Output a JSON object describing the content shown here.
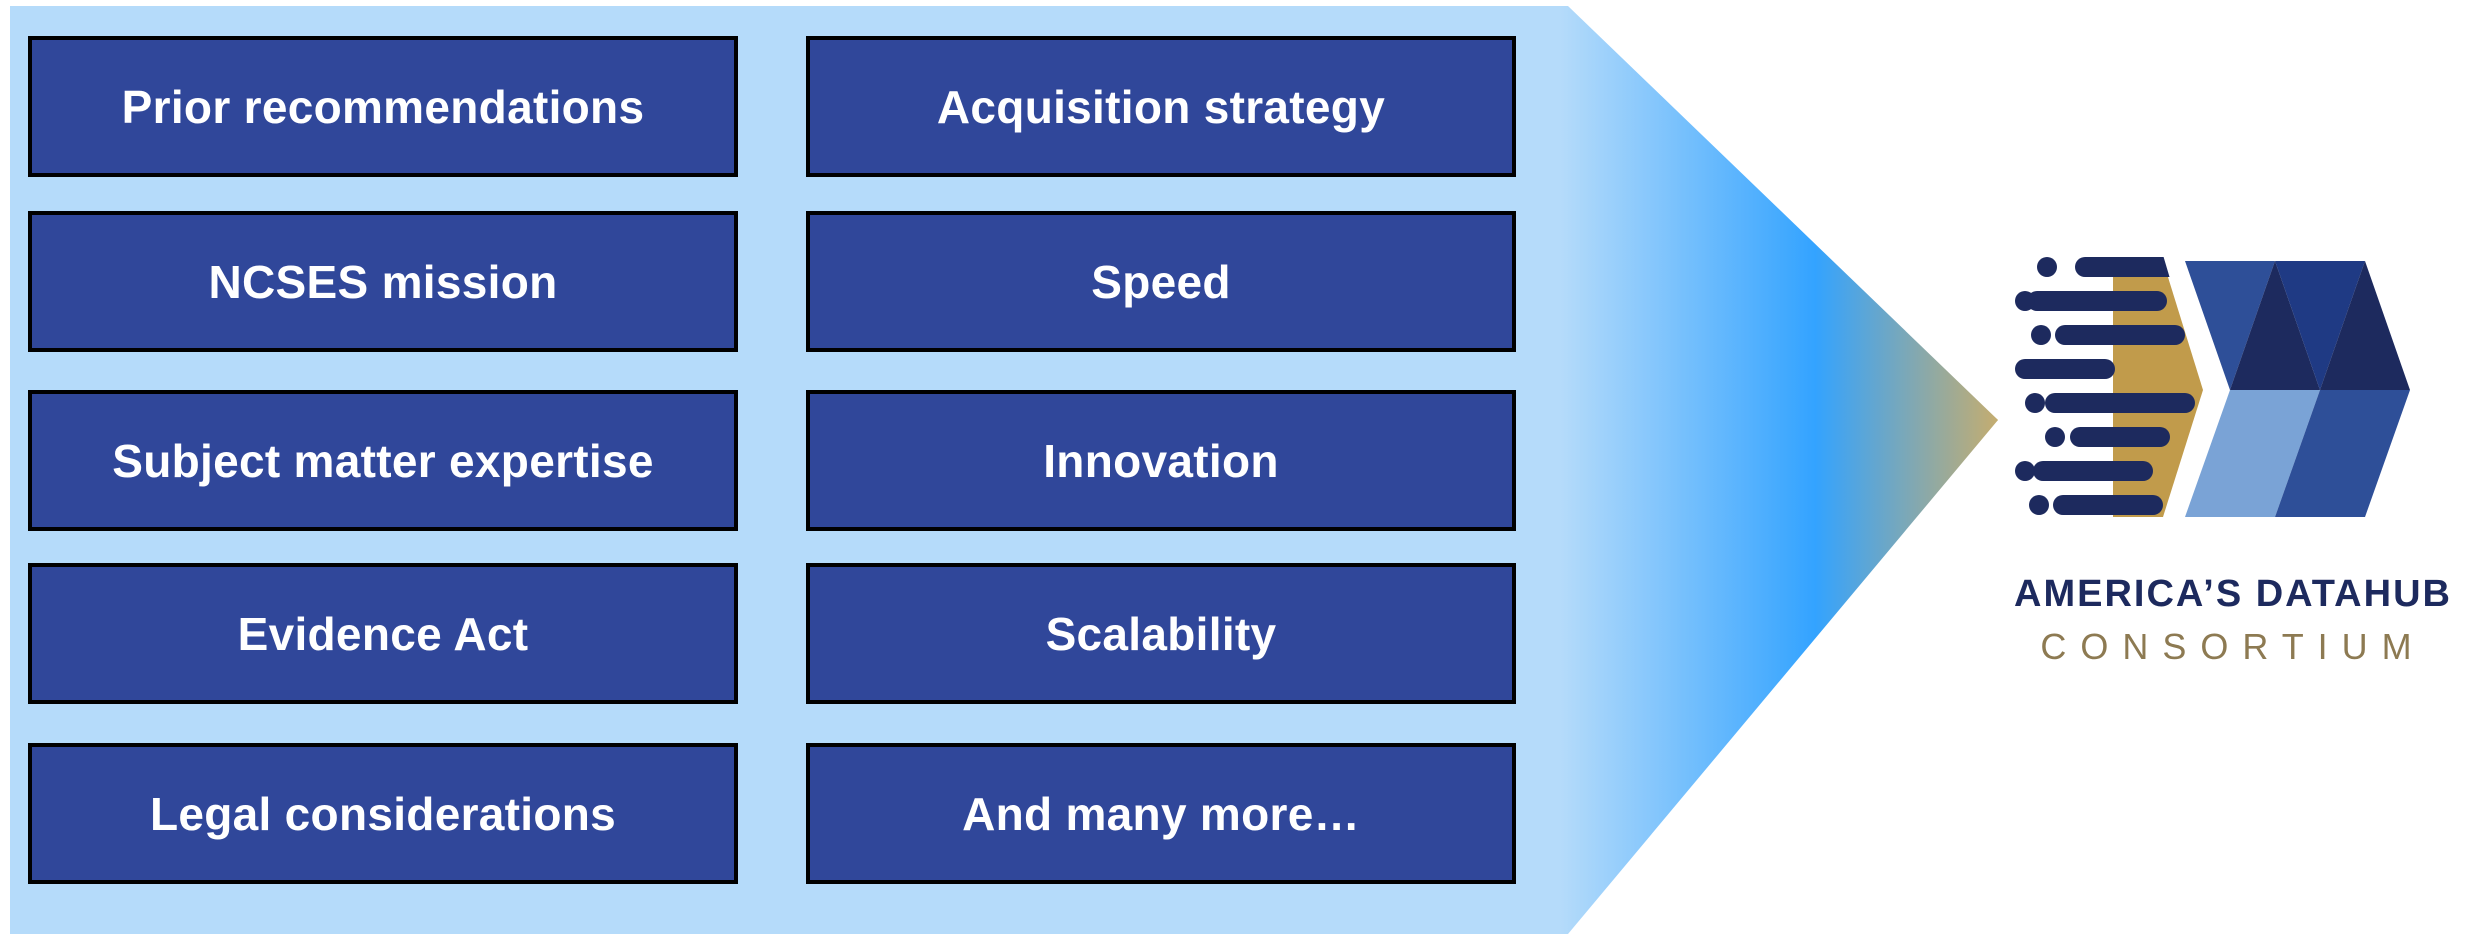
{
  "factors": {
    "left": [
      "Prior recommendations",
      "NCSES mission",
      "Subject matter expertise",
      "Evidence Act",
      "Legal considerations"
    ],
    "right": [
      "Acquisition strategy",
      "Speed",
      "Innovation",
      "Scalability",
      "And many more…"
    ]
  },
  "logo": {
    "title": "AMERICA’S DATAHUB",
    "subtitle": "CONSORTIUM"
  },
  "colors": {
    "panel_light": "#b5dbfa",
    "panel_bright": "#33a3ff",
    "box_fill": "#30479a",
    "box_border": "#000000",
    "box_text": "#ffffff",
    "arrow_tip": "#c6ad6e",
    "logo_navy": "#1d2a5e",
    "logo_gold": "#c19b4b",
    "logo_blue_dark": "#1f3a84",
    "logo_blue_mid": "#2e4f98",
    "logo_blue_light": "#7aa3d6",
    "logo_subtitle": "#8d7a52"
  }
}
